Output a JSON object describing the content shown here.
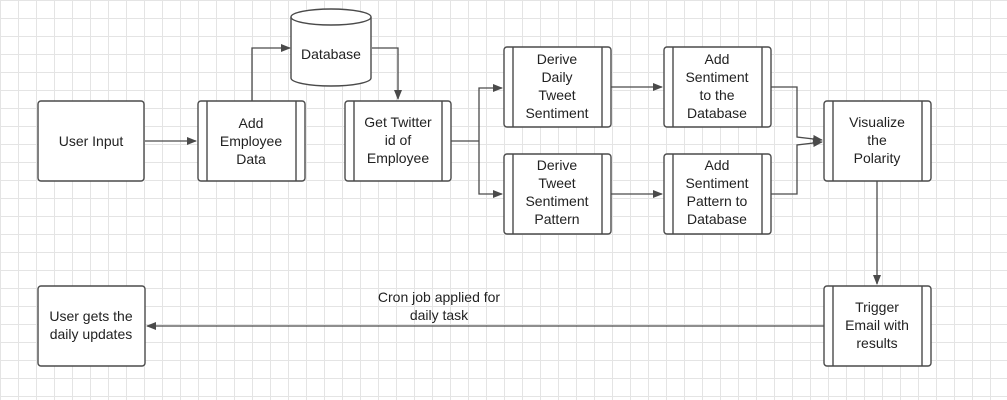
{
  "nodes": {
    "user_input": {
      "lines": [
        "User Input"
      ]
    },
    "add_employee": {
      "lines": [
        "Add",
        "Employee",
        "Data"
      ]
    },
    "database": {
      "lines": [
        "Database"
      ]
    },
    "get_twitter_id": {
      "lines": [
        "Get Twitter",
        "id of",
        "Employee"
      ]
    },
    "derive_daily": {
      "lines": [
        "Derive",
        "Daily",
        "Tweet",
        "Sentiment"
      ]
    },
    "derive_pattern": {
      "lines": [
        "Derive",
        "Tweet",
        "Sentiment",
        "Pattern"
      ]
    },
    "add_sentiment_db": {
      "lines": [
        "Add",
        "Sentiment",
        "to the",
        "Database"
      ]
    },
    "add_pattern_db": {
      "lines": [
        "Add",
        "Sentiment",
        "Pattern to",
        "Database"
      ]
    },
    "visualize": {
      "lines": [
        "Visualize",
        "the",
        "Polarity"
      ]
    },
    "trigger_email": {
      "lines": [
        "Trigger",
        "Email with",
        "results"
      ]
    },
    "user_updates": {
      "lines": [
        "User gets the",
        "daily updates"
      ]
    }
  },
  "annotation": {
    "lines": [
      "Cron job applied for",
      "daily task"
    ]
  },
  "colors": {
    "stroke": "#4a4a4a",
    "text": "#222222",
    "fill": "#ffffff",
    "grid": "#e4e4e4"
  }
}
